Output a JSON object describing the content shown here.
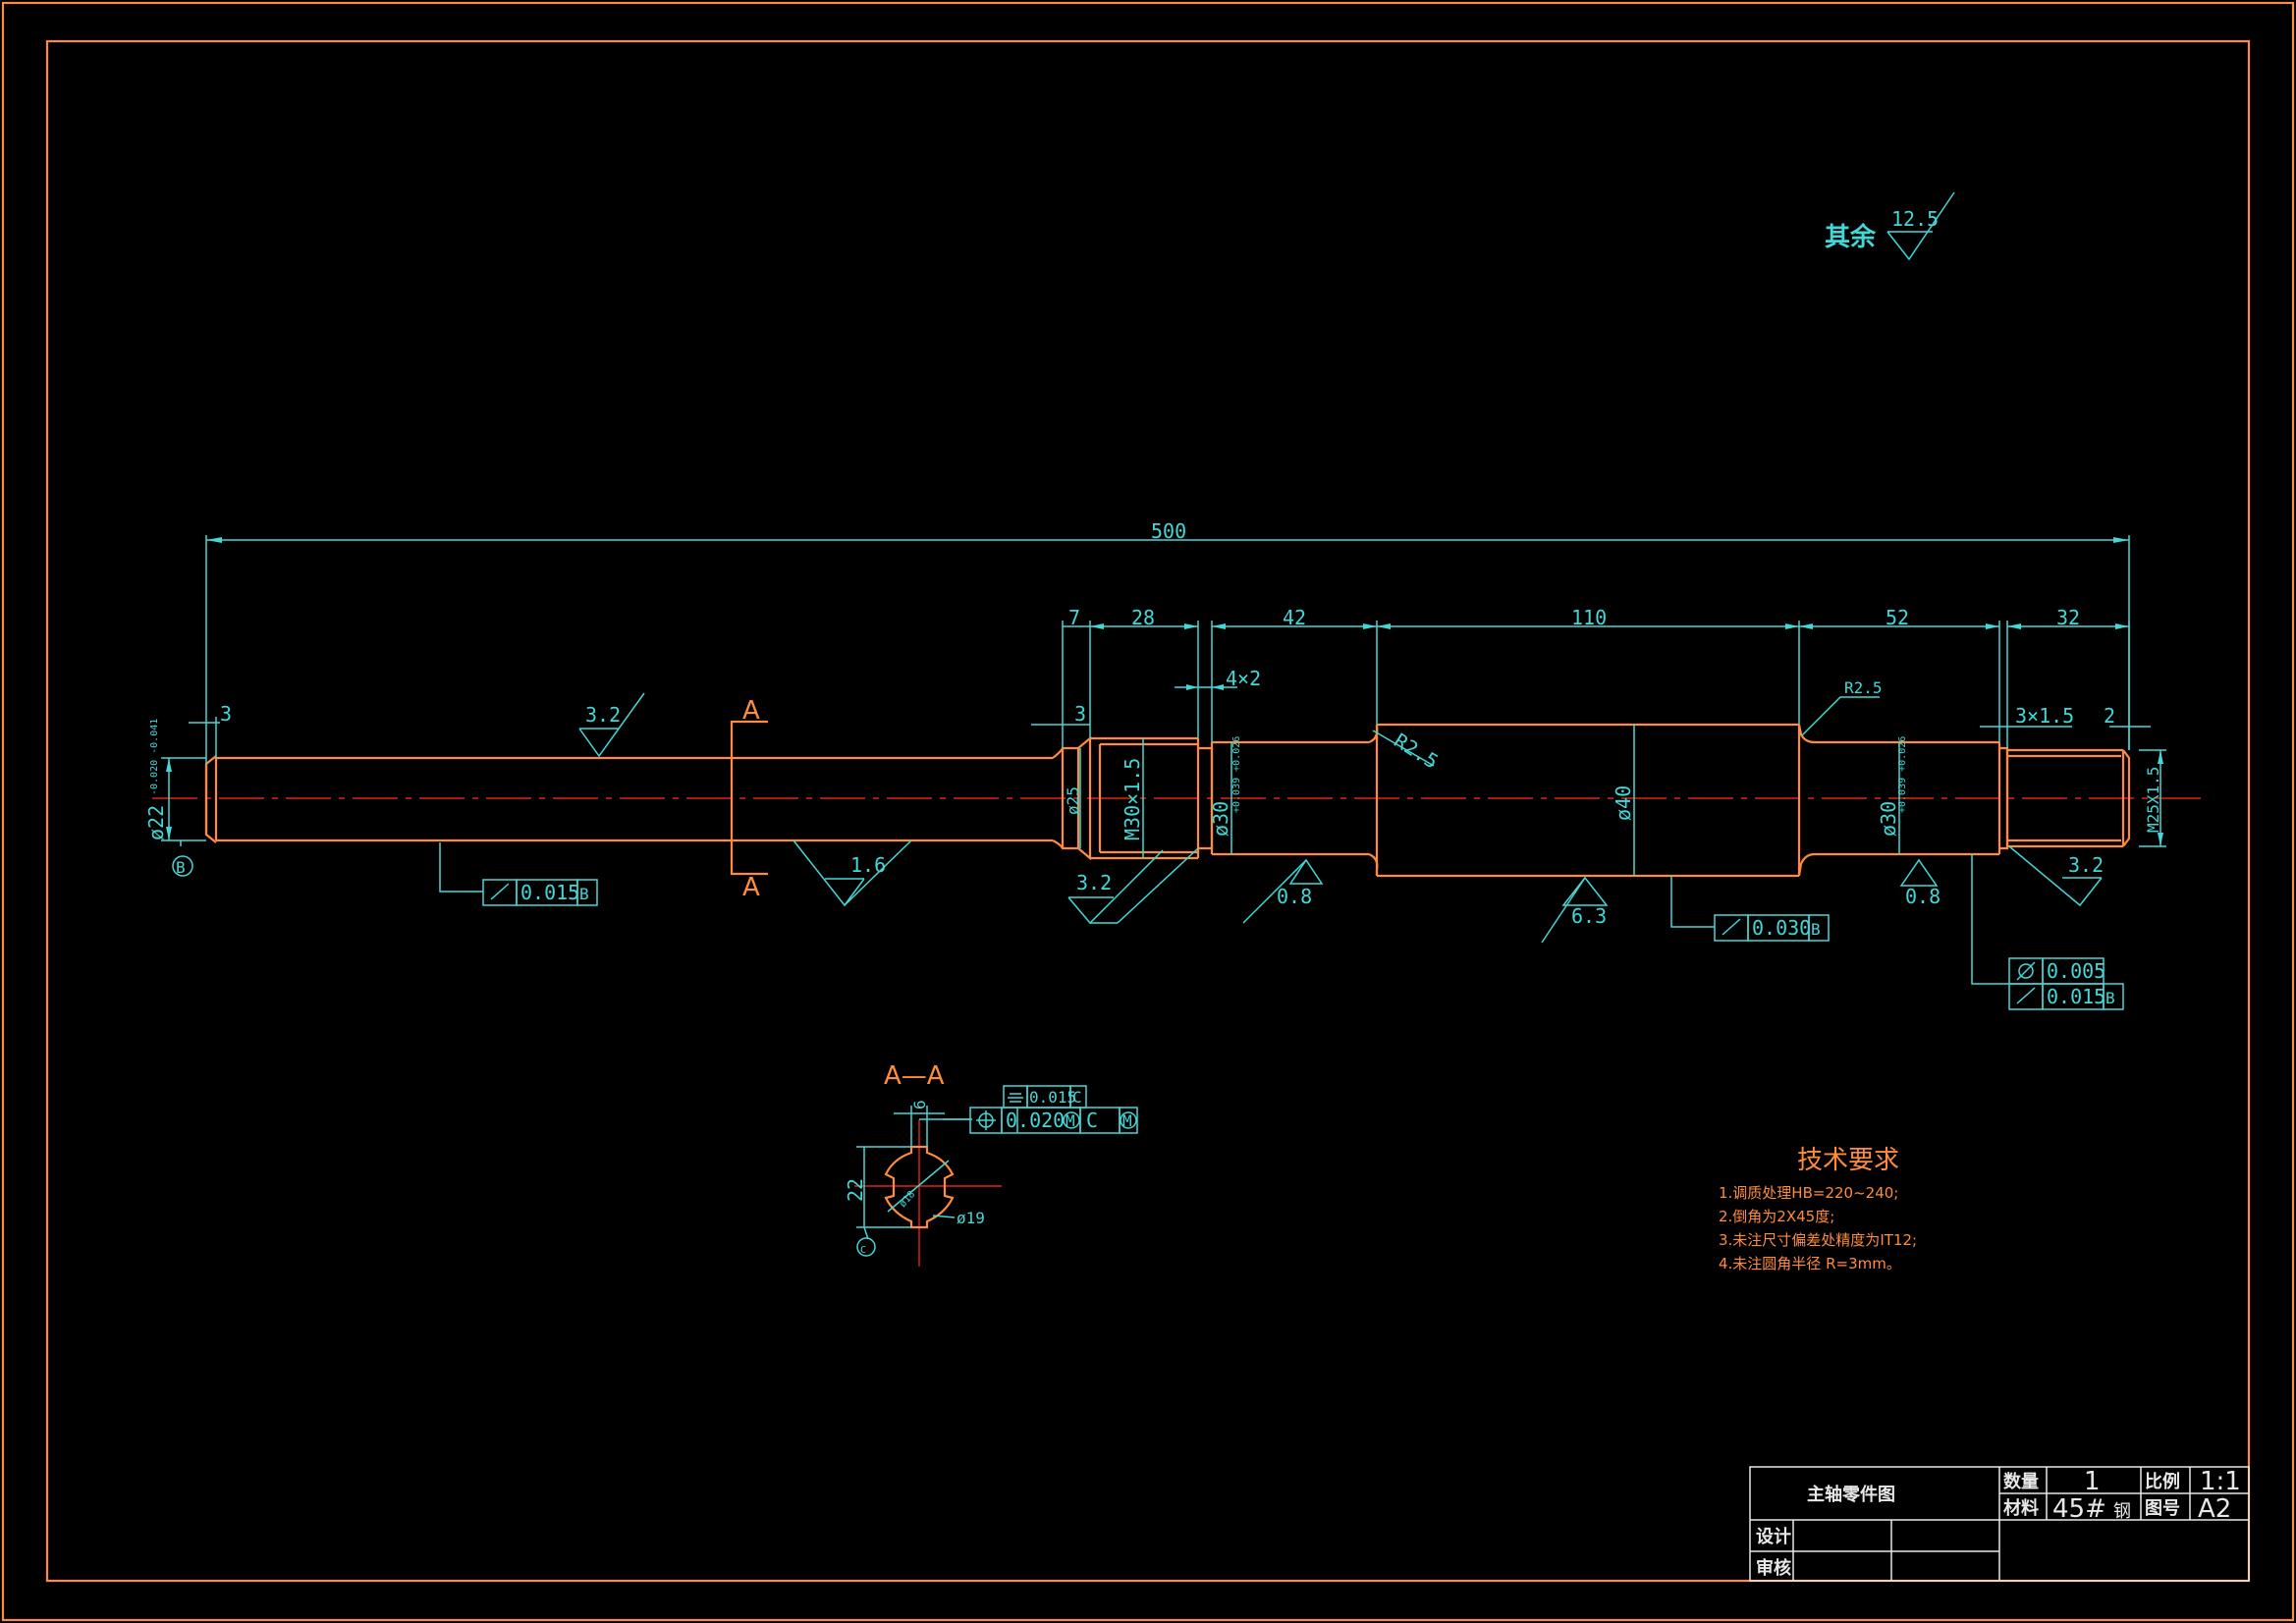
{
  "surface_mark": {
    "label": "其余",
    "value": "12.5"
  },
  "dimensions": {
    "overall": "500",
    "left_chamfer": "3",
    "left_dia": "ø22",
    "left_dia_tol": "-0.020 -0.041",
    "segment_7": "7",
    "segment_3": "3",
    "segment_28": "28",
    "segment_42": "42",
    "segment_110": "110",
    "segment_52": "52",
    "segment_32": "32",
    "undercut_4x2": "4×2",
    "dia_25": "ø25",
    "thread_m30": "M30×1.5",
    "dia_30a": "ø30",
    "dia_30a_tol": "+0.039 +0.026",
    "radius_r25": "R2.5",
    "radius_r25_small": "R2.5",
    "dia_40": "ø40",
    "dia_30b": "ø30",
    "dia_30b_tol": "+0.039 +0.026",
    "undercut_3x15": "3×1.5",
    "right_chamfer": "2",
    "thread_m25": "M25X1.5"
  },
  "roughness": {
    "r1": "3.2",
    "r2": "1.6",
    "r3": "3.2",
    "r4": "0.8",
    "r5": "6.3",
    "r6": "0.8",
    "r7": "3.2"
  },
  "datums": {
    "b": "B",
    "c": "C"
  },
  "section_labels": {
    "top": "A",
    "bottom": "A",
    "title": "A—A"
  },
  "tolerances": {
    "runout_left": {
      "value": "0.015",
      "datum": "B"
    },
    "runout_mid": {
      "value": "0.030",
      "datum": "B"
    },
    "cyl_right": {
      "value": "0.005"
    },
    "runout_right": {
      "value": "0.015",
      "datum": "B"
    },
    "symmetry": {
      "value": "0.015",
      "datum": "C"
    },
    "position": {
      "value": "0.020",
      "mod1": "M",
      "datum": "C",
      "mod2": "M"
    }
  },
  "section_view": {
    "width_dim": "6",
    "height_dim": "22",
    "inner_dia": "ø18",
    "outer_dia": "ø19"
  },
  "tech_requirements": {
    "title": "技术要求",
    "items": [
      "1.调质处理HB=220~240;",
      "2.倒角为2X45度;",
      "3.未注尺寸偏差处精度为IT12;",
      "4.未注圆角半径 R=3mm。"
    ]
  },
  "title_block": {
    "part_name": "主轴零件图",
    "qty_label": "数量",
    "qty_value": "1",
    "scale_label": "比例",
    "scale_value": "1:1",
    "material_label": "材料",
    "material_value": "45#",
    "material_suffix": "钢",
    "drawing_no_label": "图号",
    "drawing_no_value": "A2",
    "designer_label": "设计",
    "reviewer_label": "审核"
  }
}
